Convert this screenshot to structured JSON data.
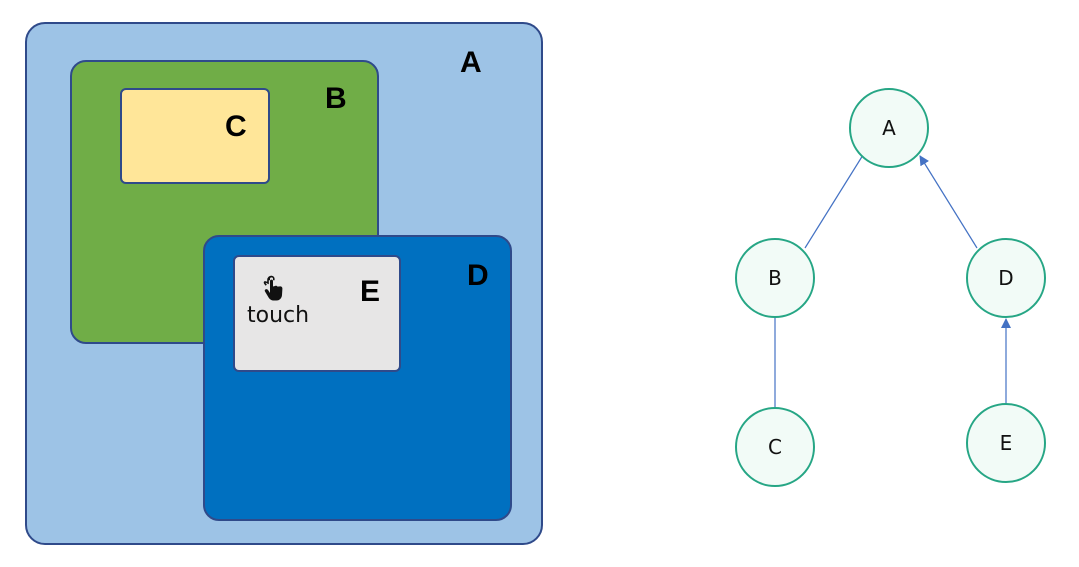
{
  "colors": {
    "box_a": "#9dc3e6",
    "box_b": "#70ad47",
    "box_c": "#ffe699",
    "box_d": "#0070c0",
    "box_e": "#e7e6e6",
    "box_border": "#2f4a8a",
    "node_fill": "#f2fbf7",
    "node_stroke": "#26a685",
    "edge": "#4472c4"
  },
  "layers": {
    "a": {
      "label": "A"
    },
    "b": {
      "label": "B"
    },
    "c": {
      "label": "C"
    },
    "d": {
      "label": "D"
    },
    "e": {
      "label": "E",
      "touch_label": "touch",
      "icon": "touch-hand-icon"
    }
  },
  "tree": {
    "nodes": [
      {
        "id": "A",
        "label": "A"
      },
      {
        "id": "B",
        "label": "B"
      },
      {
        "id": "C",
        "label": "C"
      },
      {
        "id": "D",
        "label": "D"
      },
      {
        "id": "E",
        "label": "E"
      }
    ],
    "edges": [
      {
        "from": "A",
        "to": "B",
        "arrow": false
      },
      {
        "from": "B",
        "to": "C",
        "arrow": false
      },
      {
        "from": "D",
        "to": "A",
        "arrow": true
      },
      {
        "from": "E",
        "to": "D",
        "arrow": true
      }
    ]
  }
}
